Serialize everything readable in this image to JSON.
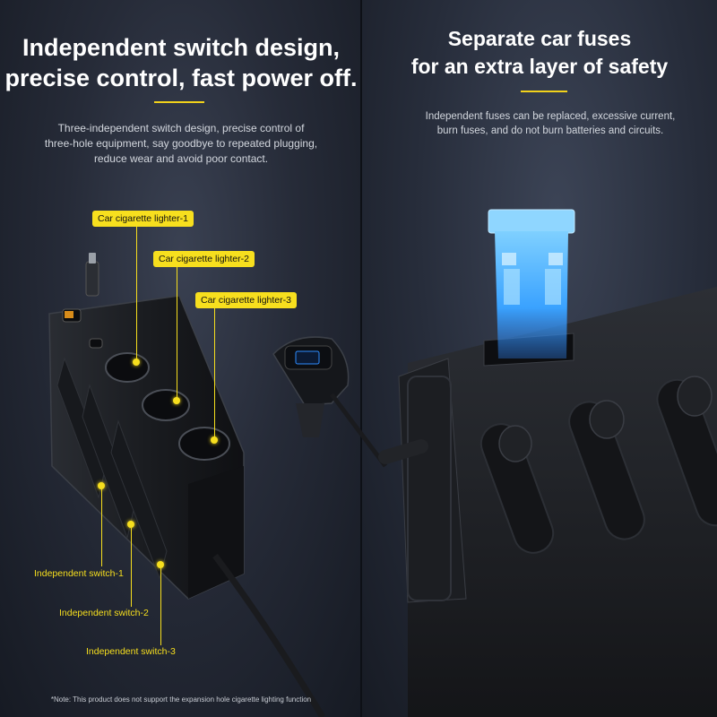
{
  "left": {
    "title_lines": [
      "Independent switch design,",
      "precise control, fast power off."
    ],
    "description_lines": [
      "Three-independent switch design, precise control of",
      "three-hole equipment, say goodbye to repeated plugging,",
      "reduce wear and avoid poor contact."
    ],
    "callouts": [
      "Car cigarette lighter-1",
      "Car cigarette lighter-2",
      "Car cigarette lighter-3"
    ],
    "switches": [
      "Independent switch-1",
      "Independent switch-2",
      "Independent switch-3"
    ],
    "footnote": "*Note: This product does not support the expansion hole cigarette lighting function"
  },
  "right": {
    "title_lines": [
      "Separate car fuses",
      "for an extra layer of safety"
    ],
    "description_lines": [
      "Independent fuses can be replaced, excessive current,",
      "burn fuses, and do not burn batteries and circuits."
    ]
  },
  "colors": {
    "accent": "#f7df1e",
    "background": "#1b1f2a",
    "fuse": "#4fb3ff",
    "display": "#2d8cff"
  }
}
